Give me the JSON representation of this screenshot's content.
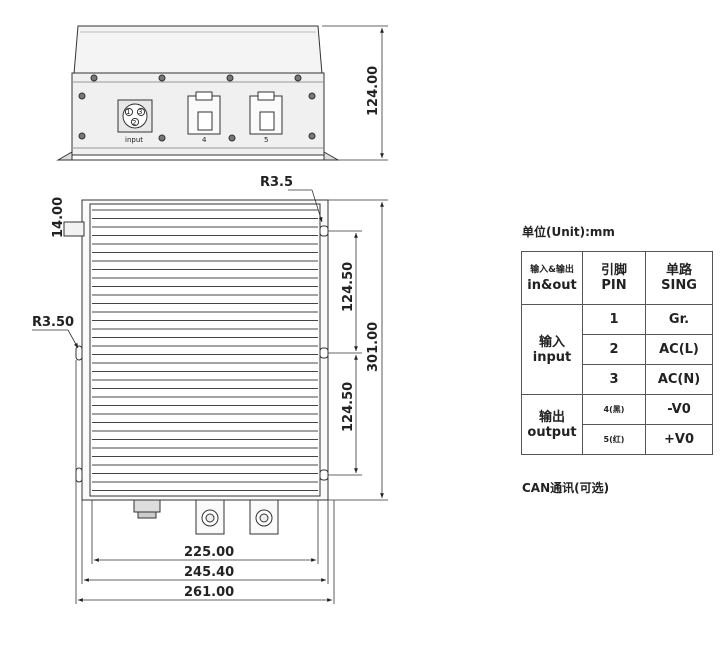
{
  "top_view": {
    "height_dim": "124.00",
    "connector_labels": [
      "input",
      "4",
      "5"
    ],
    "pin_labels": [
      "1",
      "2",
      "3"
    ]
  },
  "plan_view": {
    "corner_radius_label": "R3.5",
    "hole_radius_label": "R3.50",
    "edge_offset_dim": "14.00",
    "segment_dim_1": "124.50",
    "segment_dim_2": "124.50",
    "height_dim": "301.00",
    "width_dim_1": "225.00",
    "width_dim_2": "245.40",
    "width_dim_3": "261.00"
  },
  "pin_table": {
    "unit_label": "单位(Unit):mm",
    "header": {
      "col1_cn": "输入&输出",
      "col1_en": "in&out",
      "col2_cn": "引脚",
      "col2_en": "PIN",
      "col3_cn": "单路",
      "col3_en": "SING"
    },
    "input_group_cn": "输入",
    "input_group_en": "input",
    "output_group_cn": "输出",
    "output_group_en": "output",
    "rows": [
      {
        "pin": "1",
        "signal": "Gr."
      },
      {
        "pin": "2",
        "signal": "AC(L)"
      },
      {
        "pin": "3",
        "signal": "AC(N)"
      },
      {
        "pin": "4(黑)",
        "signal": "-V0"
      },
      {
        "pin": "5(红)",
        "signal": "+V0"
      }
    ],
    "footnote": "CAN通讯(可选)"
  }
}
